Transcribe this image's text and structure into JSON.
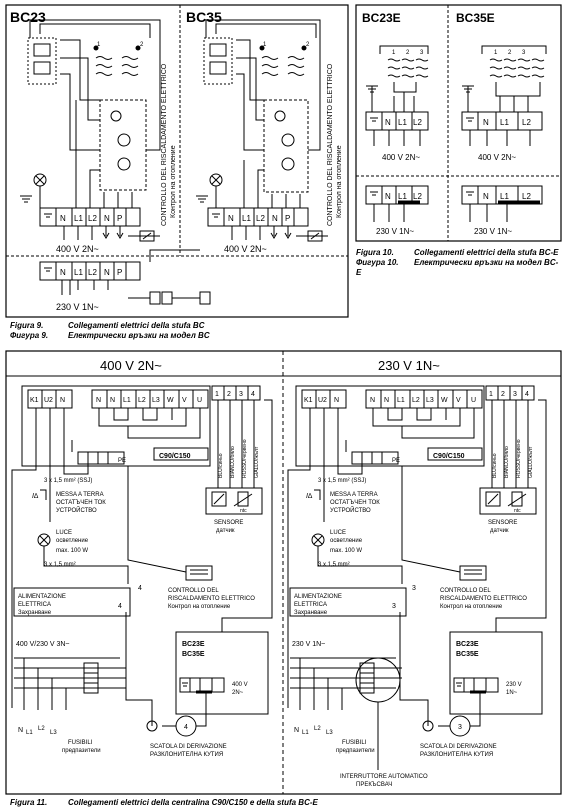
{
  "top_left": {
    "panel_a_title": "BC23",
    "panel_b_title": "BC35",
    "vertical_label_it": "CONTROLLO DEL RISCALDAMENTO ELETTRICO",
    "vertical_label_bg": "Контрол на отопление",
    "terminals_3ph": [
      "N",
      "L1",
      "L2",
      "N",
      "P"
    ],
    "terminals_1ph": [
      "N",
      "L1",
      "L2",
      "N",
      "P"
    ],
    "supply_3ph": "400 V 2N~",
    "supply_1ph": "230 V 1N~",
    "coil_numbers": [
      "1",
      "2"
    ]
  },
  "top_right": {
    "panel_a_title": "BC23E",
    "panel_b_title": "BC35E",
    "terminals": [
      "N",
      "L1",
      "L2"
    ],
    "supply_3ph": "400 V 2N~",
    "supply_1ph": "230 V 1N~",
    "coil_numbers": [
      "1",
      "2",
      "3"
    ]
  },
  "captions": {
    "fig10_num": "Figura 10.",
    "fig10_it": "Collegamenti elettrici della stufa BC-E",
    "fig10_bg_num": "Фигура 10.",
    "fig10_bg": "Електрически връзки на модел BC-E",
    "fig9_num": "Figura 9.",
    "fig9_it": "Collegamenti elettrici della stufa BC",
    "fig9_bg_num": "Фигура 9.",
    "fig9_bg": "Електрически връзки на модел BC",
    "fig11_num": "Figura 11.",
    "fig11_it": "Collegamenti elettrici della centralina C90/C150 e della stufa BC-E"
  },
  "bottom": {
    "left_header": "400 V 2N~",
    "right_header": "230 V 1N~",
    "terminal_block_a": [
      "K1",
      "U2",
      "N"
    ],
    "terminal_block_b": [
      "N",
      "N",
      "L1",
      "L2",
      "L3",
      "W",
      "V",
      "U"
    ],
    "sensor_terminals": [
      "1",
      "2",
      "3",
      "4"
    ],
    "wire_colors": [
      "BLU/синьо",
      "BIANCO/бяло",
      "ROSSO/червено",
      "GIALLO/жълт"
    ],
    "unit_label": "C90/C150",
    "pe_label": "PE",
    "cable_ssj": "3 x 1,5 mm² (SSJ)",
    "cable_plain": "3 x 1,5 mm²",
    "earth_leak_symbol": "I∆",
    "earth_leak_it": "MESSA A TERRA",
    "earth_leak_bg1": "ОСТАТЪЧЕН ТОК",
    "earth_leak_bg2": "УСТРОЙСТВО",
    "light_it": "LUCE",
    "light_bg": "осветление",
    "light_max": "max. 100 W",
    "sensor_it": "SENSORE",
    "sensor_bg": "датчик",
    "ntc_label": "ntc",
    "power_it1": "ALIMENTAZIONE",
    "power_it2": "ELETTRICA",
    "power_bg": "Захранване",
    "control_it1": "CONTROLLO DEL",
    "control_it2": "RISCALDAMENTO ELETTRICO",
    "control_bg": "Контрол на отопление",
    "stove_left": "BC23E",
    "stove_right": "BC35E",
    "stove_supply_left": "400 V",
    "stove_supply_left2": "2N~",
    "stove_supply_right": "230 V",
    "stove_supply_right2": "1N~",
    "mains_left": "400 V/230 V 3N~",
    "mains_right": "230 V 1N~",
    "fuse_it": "FUSIBILI",
    "fuse_bg": "предпазители",
    "junction_it": "SCATOLA DI DERIVAZIONE",
    "junction_bg": "РАЗКЛОНИТЕЛНА КУТИЯ",
    "breaker_it": "INTERRUTTORE AUTOMATICO",
    "breaker_bg": "ПРЕКЪСВАЧ",
    "wire_count_left": "4",
    "wire_count_right": "3",
    "phase_labels": [
      "N",
      "L1",
      "L2",
      "L3"
    ]
  }
}
